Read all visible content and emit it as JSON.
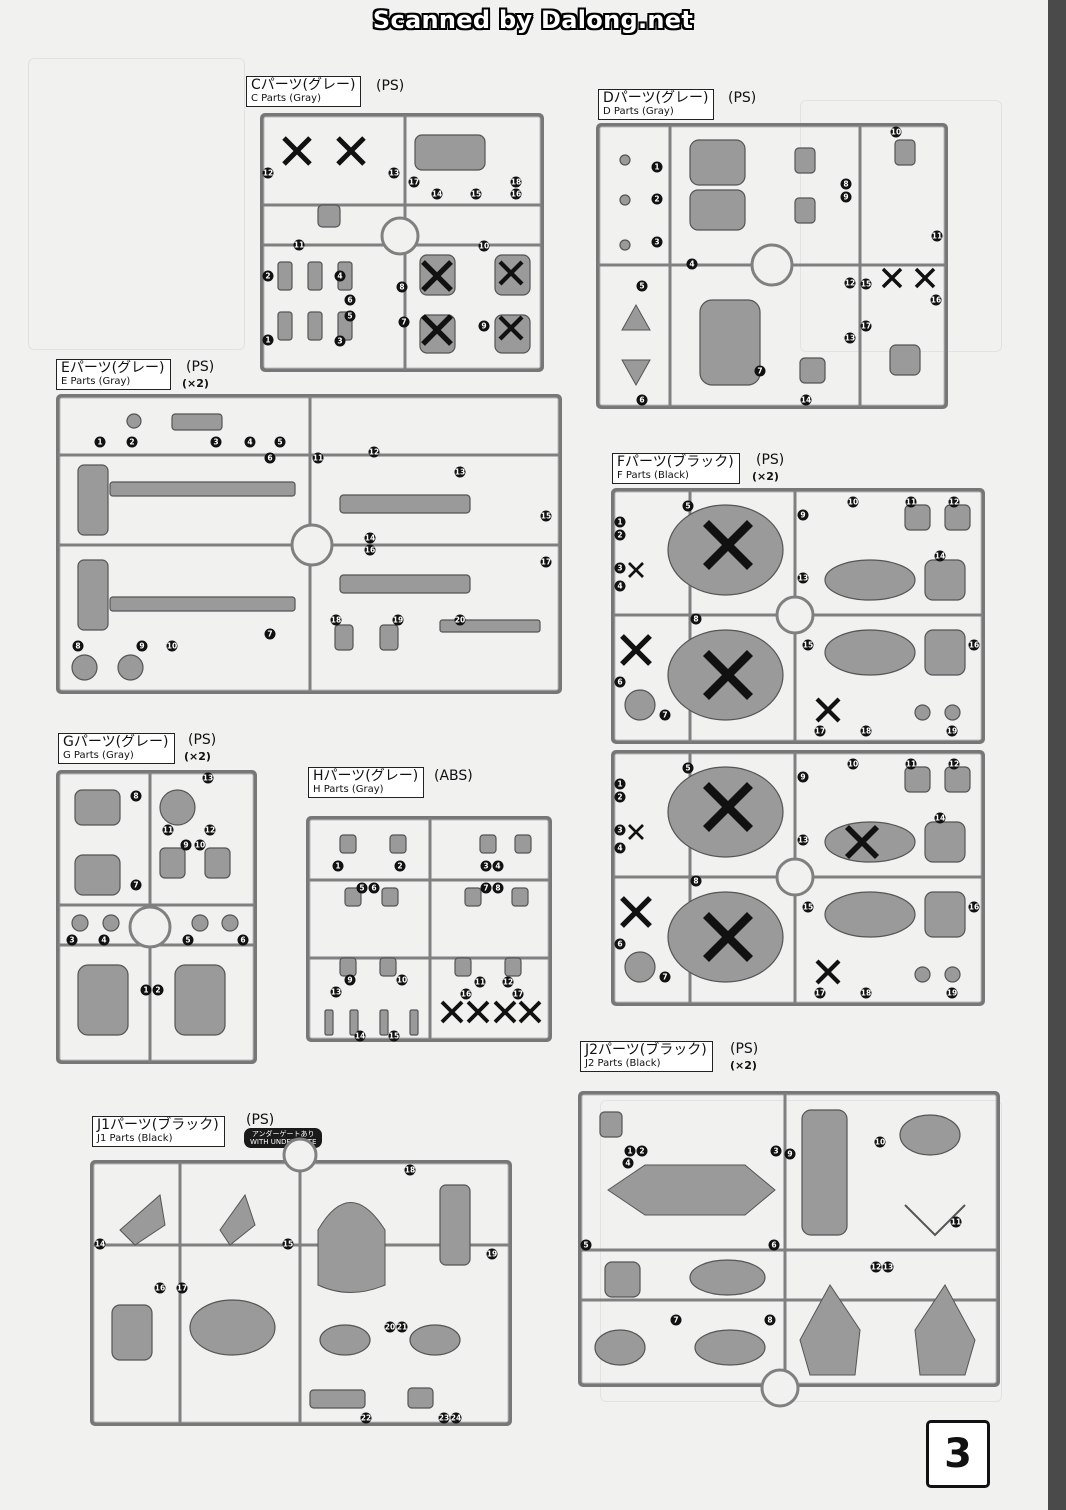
{
  "banner": "Scanned by Dalong.net",
  "page_number": "3",
  "tag": {
    "line1": "アンダーゲートあり",
    "line2": "WITH UNDER GATE"
  },
  "colors": {
    "ink": "#111111",
    "part_fill": "#9a9a9a",
    "runner": "#cfcfcf",
    "paper": "#f1f1f0"
  },
  "runners": {
    "C": {
      "title": "Cパーツ(グレー)",
      "subtitle": "C Parts (Gray)",
      "material": "(PS)",
      "qty": "",
      "numbers": [
        "1",
        "2",
        "3",
        "4",
        "5",
        "6",
        "7",
        "8",
        "9",
        "10",
        "11",
        "12",
        "13",
        "14",
        "15",
        "16",
        "17",
        "18"
      ]
    },
    "D": {
      "title": "Dパーツ(グレー)",
      "subtitle": "D Parts (Gray)",
      "material": "(PS)",
      "qty": "",
      "numbers": [
        "1",
        "2",
        "3",
        "4",
        "5",
        "6",
        "7",
        "8",
        "9",
        "10",
        "11",
        "12",
        "13",
        "14",
        "15",
        "16",
        "17"
      ]
    },
    "E": {
      "title": "Eパーツ(グレー)",
      "subtitle": "E Parts (Gray)",
      "material": "(PS)",
      "qty": "(×2)",
      "numbers": [
        "1",
        "2",
        "3",
        "4",
        "5",
        "6",
        "7",
        "8",
        "9",
        "10",
        "11",
        "12",
        "13",
        "14",
        "15",
        "16",
        "17",
        "18",
        "19",
        "20"
      ]
    },
    "F": {
      "title": "Fパーツ(ブラック)",
      "subtitle": "F Parts (Black)",
      "material": "(PS)",
      "qty": "(×2)",
      "numbers": [
        "1",
        "2",
        "3",
        "4",
        "5",
        "6",
        "7",
        "8",
        "9",
        "10",
        "11",
        "12",
        "13",
        "14",
        "15",
        "16",
        "17",
        "18",
        "19"
      ]
    },
    "G": {
      "title": "Gパーツ(グレー)",
      "subtitle": "G Parts (Gray)",
      "material": "(PS)",
      "qty": "(×2)",
      "numbers": [
        "1",
        "2",
        "3",
        "4",
        "5",
        "6",
        "7",
        "8",
        "9",
        "10",
        "11",
        "12",
        "13"
      ]
    },
    "H": {
      "title": "Hパーツ(グレー)",
      "subtitle": "H Parts (Gray)",
      "material": "(ABS)",
      "qty": "",
      "numbers": [
        "1",
        "2",
        "3",
        "4",
        "5",
        "6",
        "7",
        "8",
        "9",
        "10",
        "11",
        "12",
        "13",
        "14",
        "15",
        "16",
        "17"
      ]
    },
    "J1": {
      "title": "J1パーツ(ブラック)",
      "subtitle": "J1 Parts (Black)",
      "material": "(PS)",
      "qty": "",
      "numbers": [
        "14",
        "15",
        "16",
        "17",
        "18",
        "19",
        "20",
        "21",
        "22",
        "23",
        "24"
      ]
    },
    "J2": {
      "title": "J2パーツ(ブラック)",
      "subtitle": "J2 Parts (Black)",
      "material": "(PS)",
      "qty": "(×2)",
      "numbers": [
        "1",
        "2",
        "3",
        "4",
        "5",
        "6",
        "7",
        "8",
        "9",
        "10",
        "11",
        "12",
        "13"
      ]
    }
  }
}
